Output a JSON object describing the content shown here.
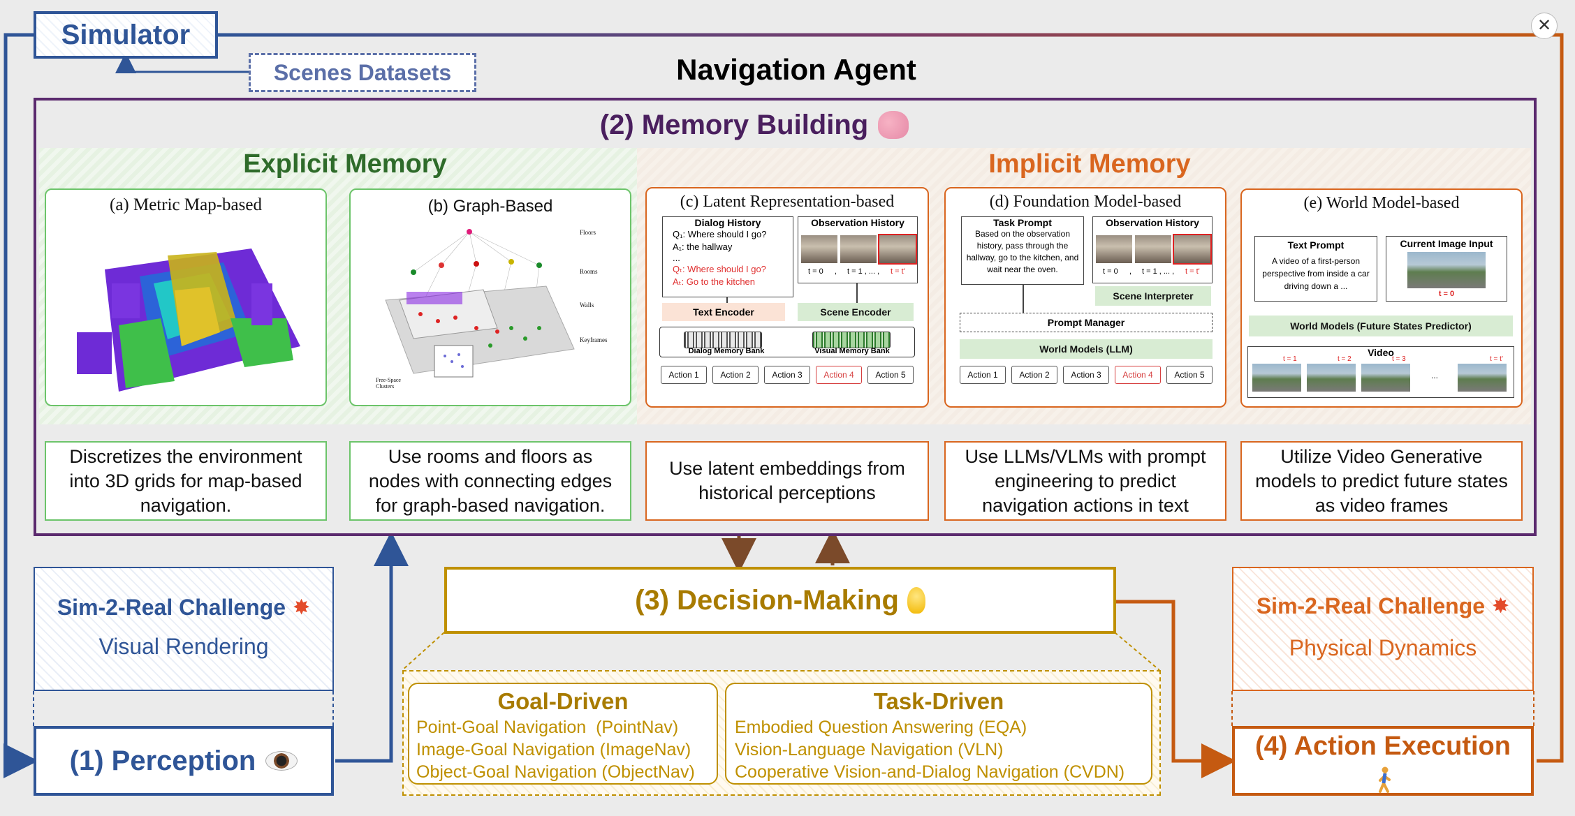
{
  "header": {
    "simulator": "Simulator",
    "scenes": "Scenes Datasets",
    "agent_title": "Navigation Agent"
  },
  "memory": {
    "title": "(2) Memory Building",
    "title_icon": "brain-emoji",
    "explicit_title": "Explicit Memory",
    "implicit_title": "Implicit Memory",
    "panels": [
      {
        "title": "(a) Metric Map-based",
        "desc": "Discretizes the environment into 3D grids for map-based navigation."
      },
      {
        "title": "(b) Graph-Based",
        "desc": "Use rooms and floors as nodes with connecting edges for graph-based navigation."
      },
      {
        "title": "(c) Latent Representation-based",
        "desc": "Use latent embeddings from historical perceptions"
      },
      {
        "title": "(d) Foundation Model-based",
        "desc": "Use LLMs/VLMs with prompt engineering to predict navigation actions in text"
      },
      {
        "title": "(e) World Model-based",
        "desc": "Utilize Video Generative models to predict future states as video frames"
      }
    ],
    "graph_labels": [
      "Floors",
      "Rooms",
      "Walls",
      "Keyframes",
      "Free-Space Clusters"
    ],
    "latent": {
      "dialog_title": "Dialog History",
      "dialog_lines": [
        "Q₁: Where should I go?",
        "A₁: the hallway",
        "...",
        "Qₜ: Where should I go?",
        "Aₜ: Go to the kitchen"
      ],
      "obs_title": "Observation History",
      "obs_times": [
        "t = 0",
        ",",
        "t = 1 , ... ,",
        "t = t'"
      ],
      "text_encoder": "Text Encoder",
      "scene_encoder": "Scene Encoder",
      "dialog_bank": "Dialog Memory Bank",
      "visual_bank": "Visual Memory Bank",
      "actions": [
        "Action 1",
        "Action 2",
        "Action 3",
        "Action 4",
        "Action 5"
      ]
    },
    "foundation": {
      "task_title": "Task Prompt",
      "task_text": "Based on the observation history, pass through the hallway, go to the kitchen, and wait near the oven.",
      "obs_title": "Observation History",
      "obs_times": [
        "t = 0",
        ",",
        "t = 1 , ... ,",
        "t = t'"
      ],
      "scene_interp": "Scene Interpreter",
      "prompt_mgr": "Prompt Manager",
      "world_llm": "World Models (LLM)",
      "actions": [
        "Action 1",
        "Action 2",
        "Action 3",
        "Action 4",
        "Action 5"
      ]
    },
    "world": {
      "text_title": "Text Prompt",
      "text_body": "A video of a first-person perspective from inside a car driving down a ...",
      "img_title": "Current Image Input",
      "img_time": "t = 0",
      "predictor": "World Models (Future States Predictor)",
      "video": "Video",
      "frame_times": [
        "t = 1",
        "t = 2",
        "t = 3",
        "t = t'"
      ],
      "ellipsis": "..."
    }
  },
  "perception": {
    "challenge_title": "Sim-2-Real Challenge",
    "challenge_sub": "Visual Rendering",
    "label": "(1) Perception",
    "icon": "eye-emoji"
  },
  "decision": {
    "label": "(3) Decision-Making",
    "icon": "bulb-emoji",
    "goal_title": "Goal-Driven",
    "goal_items": [
      "Point-Goal Navigation  (PointNav)",
      "Image-Goal Navigation (ImageNav)",
      "Object-Goal Navigation (ObjectNav)"
    ],
    "task_title": "Task-Driven",
    "task_items": [
      "Embodied Question Answering (EQA)",
      "Vision-Language Navigation (VLN)",
      "Cooperative Vision-and-Dialog Navigation (CVDN)"
    ]
  },
  "action": {
    "challenge_title": "Sim-2-Real Challenge",
    "challenge_sub": "Physical Dynamics",
    "label": "(4) Action Execution",
    "icon": "walking-person-emoji"
  },
  "colors": {
    "blue": "#2f5597",
    "purple": "#5b2a6e",
    "orange": "#c55a11",
    "gold": "#bf9000",
    "green": "#2e7d32",
    "explicit_green": "#2e6b2a",
    "implicit_orange": "#d9661f"
  }
}
